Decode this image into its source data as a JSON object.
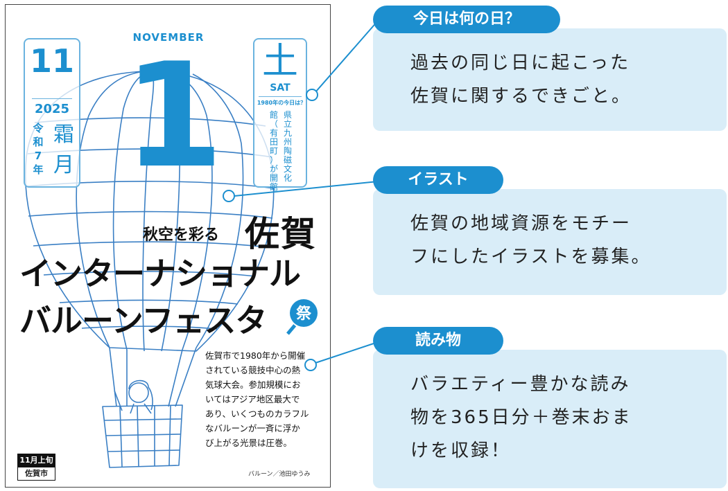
{
  "calendar": {
    "month_en": "NOVEMBER",
    "day": "1",
    "month_num": "11",
    "year": "2025",
    "era": [
      "令",
      "和",
      "7",
      "年"
    ],
    "traditional_month": [
      "霜",
      "月"
    ],
    "weekday_kanji": "土",
    "weekday_en": "SAT",
    "this_day_label": "1980年の今日は？",
    "this_day_note": [
      "県立九州陶磁文化",
      "館（有田町）が開館"
    ],
    "title_small": "秋空を彩る",
    "title_saga": "佐賀",
    "title_line2": "インターナショナル",
    "title_line3": "バルーンフェスタ",
    "fan_label": "祭",
    "body_lines": [
      "佐賀市で1980年から開催",
      "されている競技中心の熱",
      "気球大会。参加規模にお",
      "いてはアジア地区最大で",
      "あり、いくつものカラフル",
      "なバルーンが一斉に浮か",
      "び上がる光景は圧巻。"
    ],
    "credit": "バルーン／池田ゆうみ",
    "period_tag": "11月上旬",
    "place_tag": "佐賀市"
  },
  "sections": [
    {
      "heading": "今日は何の日？",
      "lines": [
        "過去の同じ日に起こった",
        "佐賀に関するできごと。"
      ]
    },
    {
      "heading": "イラスト",
      "lines": [
        "佐賀の地域資源をモチー",
        "フにしたイラストを募集。"
      ]
    },
    {
      "heading": "読み物",
      "lines": [
        "バラエティー豊かな読み",
        "物を365日分＋巻末おま",
        "けを収録！"
      ]
    }
  ],
  "colors": {
    "accent": "#1c8fcf",
    "light_accent": "#d9edf8",
    "sketch": "#3a7fc4"
  }
}
